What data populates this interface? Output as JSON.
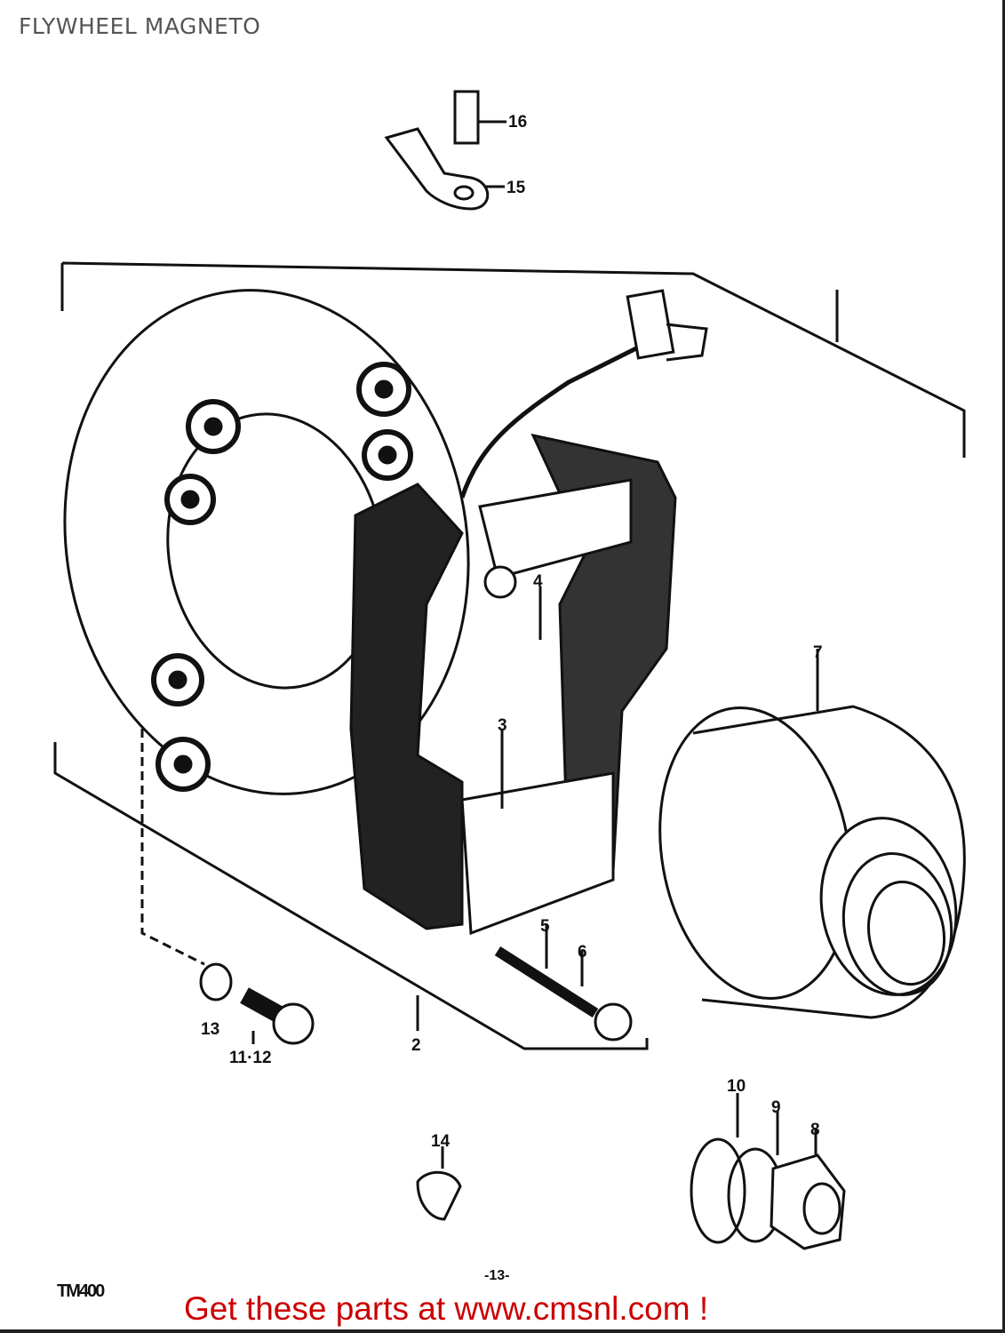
{
  "title": "FLYWHEEL MAGNETO",
  "diagram_code": "TM400",
  "page_number": "-13-",
  "footer_link": "Get these parts at www.cmsnl.com !",
  "callouts": [
    "16",
    "15",
    "4",
    "7",
    "3",
    "5",
    "6",
    "13",
    "11·12",
    "2",
    "10",
    "9",
    "8",
    "14"
  ],
  "colors": {
    "footer": "#cc0000",
    "title": "#555555",
    "ink": "#111111"
  }
}
